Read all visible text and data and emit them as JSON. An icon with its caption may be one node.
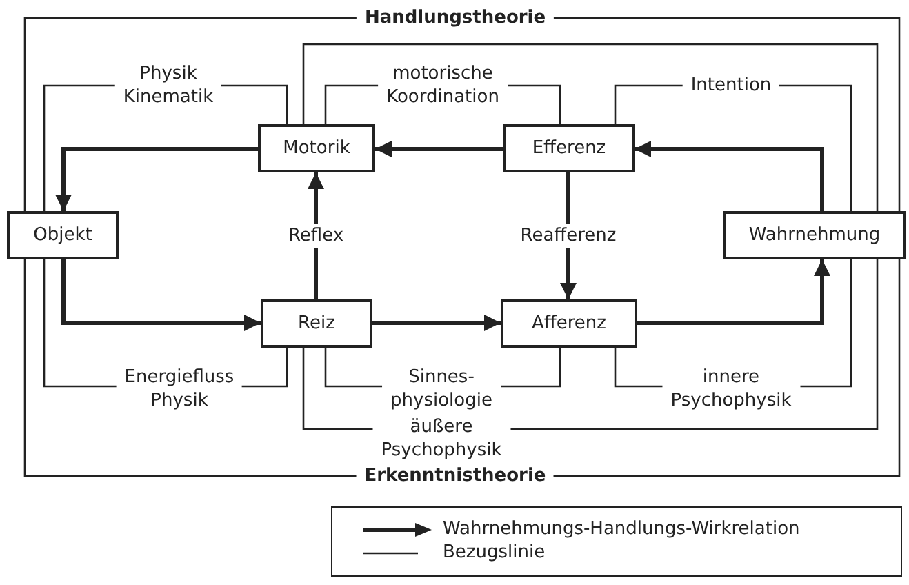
{
  "diagram": {
    "nodes": [
      {
        "text": [
          "Objekt"
        ]
      },
      {
        "text": [
          "Motorik"
        ]
      },
      {
        "text": [
          "Efferenz"
        ]
      },
      {
        "text": [
          "Wahrnehmung"
        ]
      },
      {
        "text": [
          "Reiz"
        ]
      },
      {
        "text": [
          "Afferenz"
        ]
      }
    ],
    "edges": [
      {
        "from": 1,
        "to": 0,
        "arrow": "to",
        "style": "thick"
      },
      {
        "from": 0,
        "to": 4,
        "arrow": "to",
        "style": "thick"
      },
      {
        "from": 4,
        "to": 5,
        "arrow": "to",
        "style": "thick"
      },
      {
        "from": 5,
        "to": 3,
        "arrow": "to",
        "style": "thick"
      },
      {
        "from": 3,
        "to": 2,
        "arrow": "to",
        "style": "thick"
      },
      {
        "from": 2,
        "to": 1,
        "arrow": "to",
        "style": "thick"
      },
      {
        "from": 4,
        "to": 1,
        "arrow": "to",
        "style": "thick",
        "label": "Reflex"
      },
      {
        "from": 2,
        "to": 5,
        "arrow": "to",
        "style": "thick",
        "label": "Reafferenz"
      },
      {
        "from": 0,
        "to": 1,
        "arrow": "none",
        "label": "Physik Kinematik"
      },
      {
        "from": 1,
        "to": 2,
        "arrow": "none",
        "label": "motorische Koordination"
      },
      {
        "from": 2,
        "to": 3,
        "arrow": "none",
        "label": "Intention"
      },
      {
        "from": 1,
        "to": 3,
        "arrow": "none"
      },
      {
        "from": 0,
        "to": 3,
        "arrow": "none",
        "label": "Handlungstheorie"
      },
      {
        "from": 0,
        "to": 4,
        "arrow": "none",
        "label": "Energiefluss Physik"
      },
      {
        "from": 4,
        "to": 5,
        "arrow": "none",
        "label": "Sinnes- physiologie"
      },
      {
        "from": 5,
        "to": 3,
        "arrow": "none",
        "label": "innere Psychophysik"
      },
      {
        "from": 4,
        "to": 3,
        "arrow": "none",
        "label": "äußere Psychophysik"
      },
      {
        "from": 0,
        "to": 3,
        "arrow": "none",
        "label": "Erkenntnistheorie"
      }
    ],
    "legend": [
      {
        "text": "Wahrnehmungs-Handlungs-Wirkrelation"
      },
      {
        "text": "Bezugslinie"
      }
    ]
  }
}
